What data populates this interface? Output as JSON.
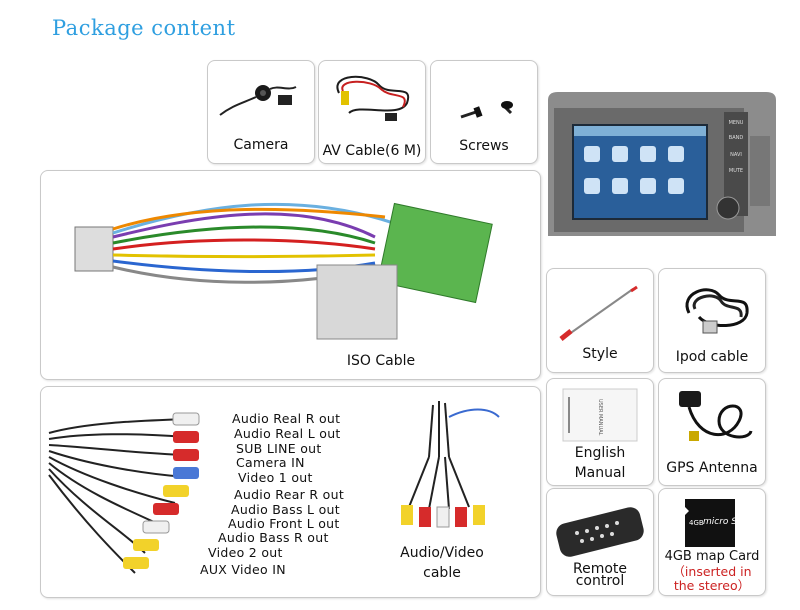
{
  "page": {
    "title": "Package content"
  },
  "items": {
    "camera": "Camera",
    "av_cable": "AV Cable(6 M)",
    "screws": "Screws",
    "iso_cable": "ISO Cable",
    "style": "Style",
    "ipod_cable": "Ipod cable",
    "english_manual": [
      "English",
      "Manual"
    ],
    "gps_antenna": "GPS Antenna",
    "audio_video_cable": [
      "Audio/Video",
      "cable"
    ],
    "remote_control": [
      "Remote",
      "control"
    ],
    "map_card": "4GB map Card",
    "map_card_note": [
      "（inserted in",
      "the stereo）"
    ]
  },
  "wiring_labels": [
    "Audio Real R out",
    "Audio Real L out",
    "SUB LINE out",
    "Camera IN",
    "Video 1 out",
    "Audio Rear R out",
    "Audio Bass L  out",
    "Audio Front L   out",
    "Audio Bass R  out",
    "Video 2  out",
    "AUX Video IN"
  ],
  "card_print": {
    "size": "4GB",
    "brand": "micro SD"
  },
  "manual_print": "USER MANUAL",
  "stereo_buttons": [
    "MENU",
    "BAND",
    "NAVI",
    "MUTE"
  ],
  "colors": {
    "title": "#2f9fe0",
    "note": "#cc2222",
    "rca_red": "#d62b2b",
    "rca_white": "#f0f0f0",
    "rca_yellow": "#f2d22a",
    "rca_blue": "#4a78d6"
  }
}
